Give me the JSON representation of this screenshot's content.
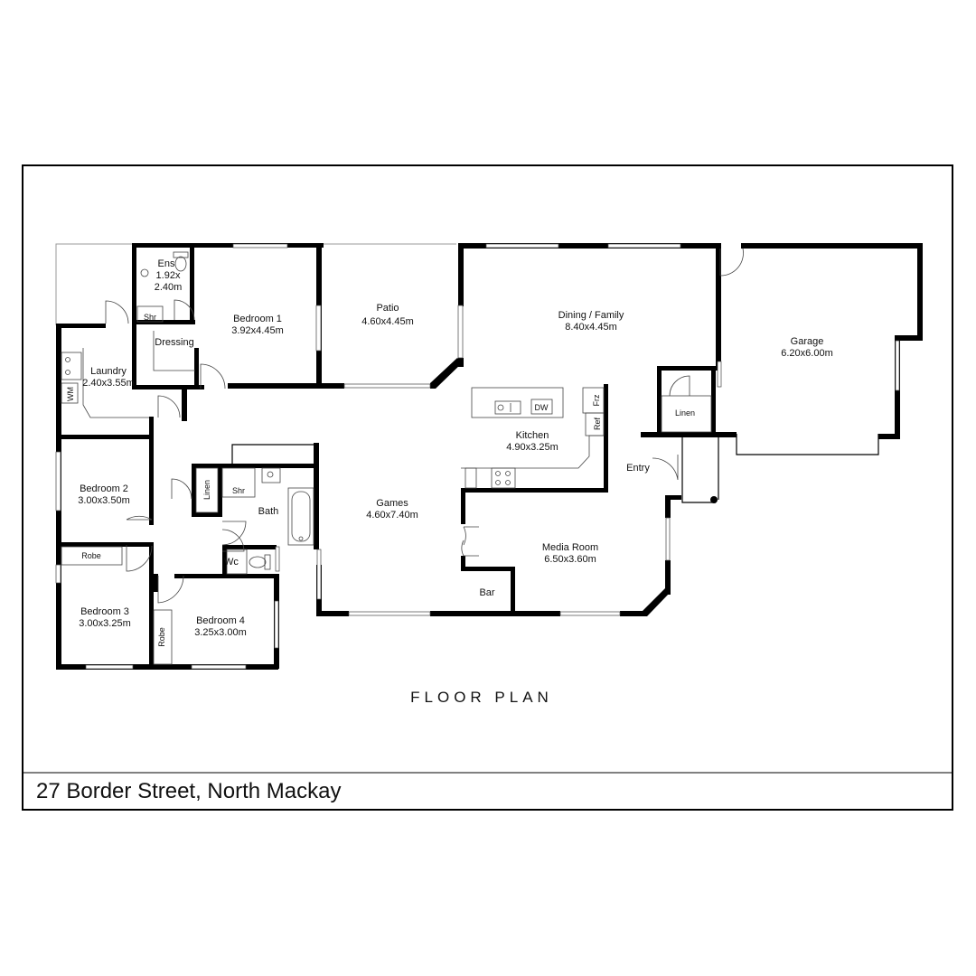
{
  "heading": "FLOOR PLAN",
  "address": "27 Border Street, North Mackay",
  "rooms": {
    "ensuite": {
      "name": "Ens",
      "dim1": "1.92x",
      "dim2": "2.40m"
    },
    "bedroom1": {
      "name": "Bedroom 1",
      "dim": "3.92x4.45m"
    },
    "patio": {
      "name": "Patio",
      "dim": "4.60x4.45m"
    },
    "dining": {
      "name": "Dining / Family",
      "dim": "8.40x4.45m"
    },
    "garage": {
      "name": "Garage",
      "dim": "6.20x6.00m"
    },
    "laundry": {
      "name": "Laundry",
      "dim": "2.40x3.55m"
    },
    "bedroom2": {
      "name": "Bedroom 2",
      "dim": "3.00x3.50m"
    },
    "bedroom3": {
      "name": "Bedroom 3",
      "dim": "3.00x3.25m"
    },
    "bedroom4": {
      "name": "Bedroom 4",
      "dim": "3.25x3.00m"
    },
    "kitchen": {
      "name": "Kitchen",
      "dim": "4.90x3.25m"
    },
    "games": {
      "name": "Games",
      "dim": "4.60x7.40m"
    },
    "media": {
      "name": "Media Room",
      "dim": "6.50x3.60m"
    },
    "bath": {
      "name": "Bath"
    },
    "wc": {
      "name": "Wc"
    },
    "dressing": {
      "name": "Dressing"
    },
    "entry": {
      "name": "Entry"
    },
    "bar": {
      "name": "Bar"
    }
  },
  "fixtures": {
    "shr_ensuite": "Shr",
    "shr_bath": "Shr",
    "linen_hall": "Linen",
    "linen_garage": "Linen",
    "robe_bed3": "Robe",
    "robe_bed4": "Robe",
    "wm": "WM",
    "dw": "DW",
    "frz": "Frz",
    "ref": "Ref"
  }
}
